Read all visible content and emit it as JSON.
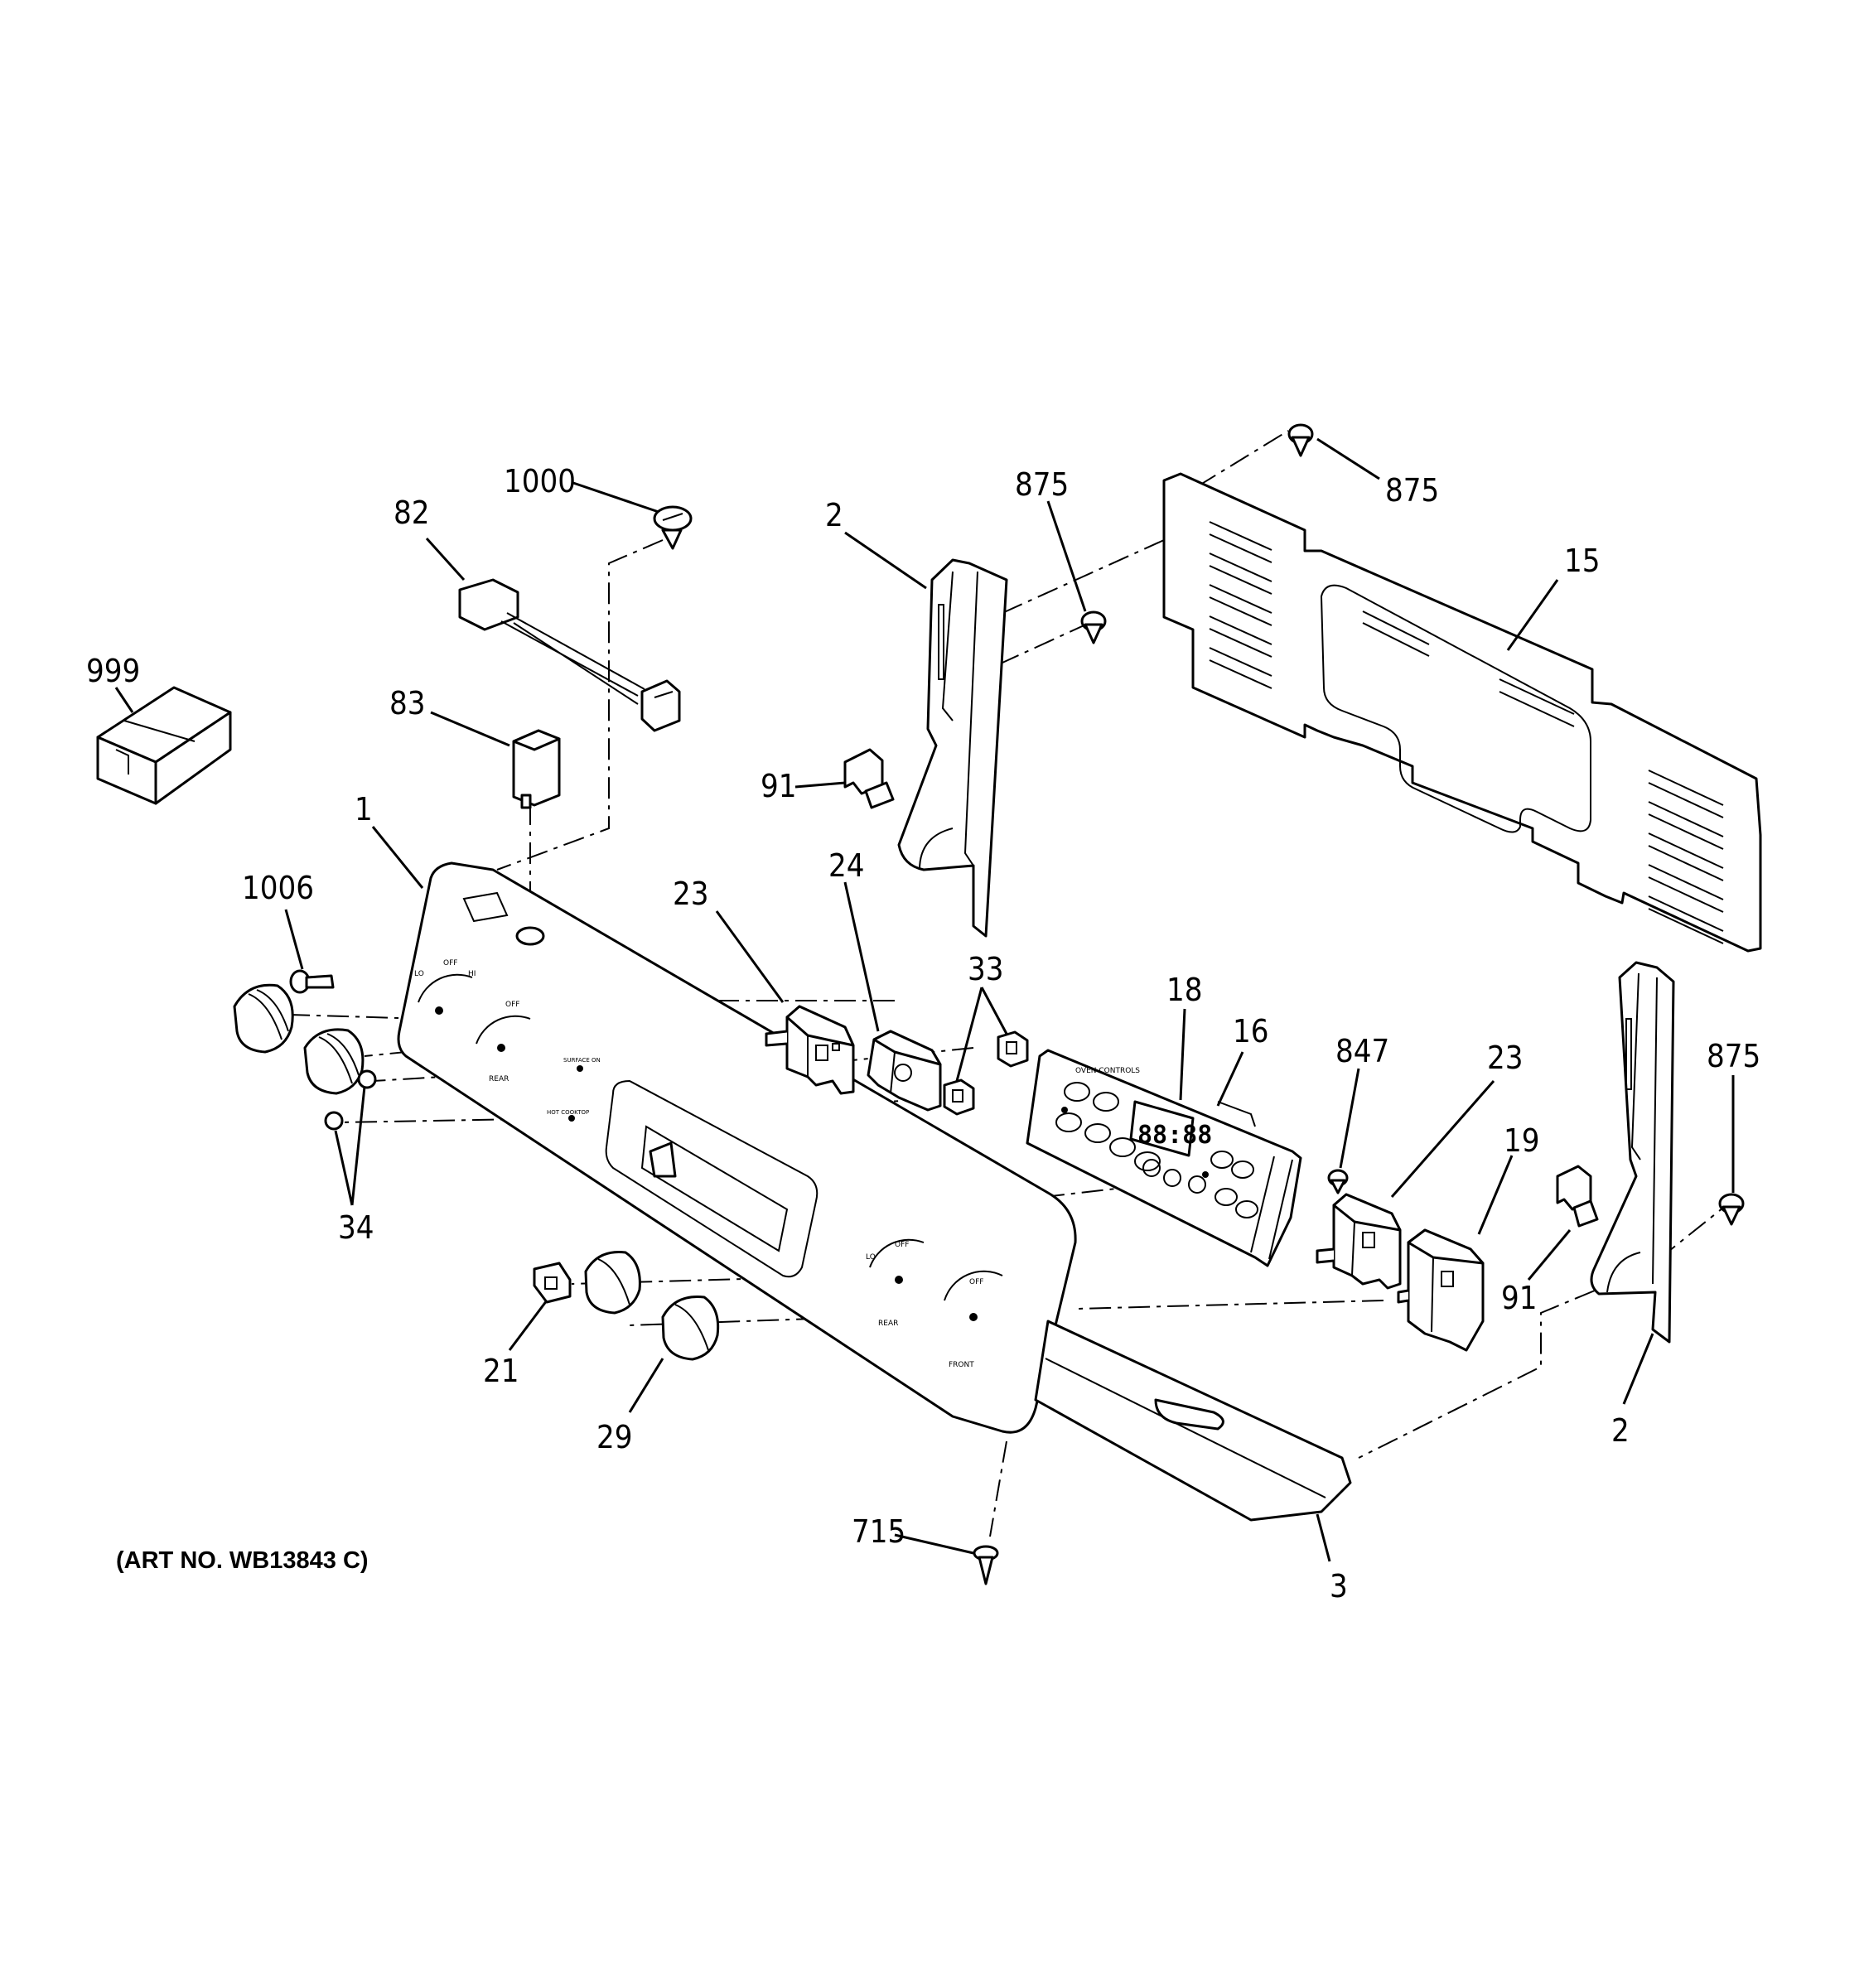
{
  "diagram": {
    "art_number": "(ART NO. WB13843 C)",
    "callouts": {
      "c999": "999",
      "c82": "82",
      "c1000": "1000",
      "c83": "83",
      "c1": "1",
      "c1006": "1006",
      "c34": "34",
      "c21": "21",
      "c29": "29",
      "c715": "715",
      "c3": "3",
      "c2a": "2",
      "c91a": "91",
      "c875a": "875",
      "c875b": "875",
      "c15": "15",
      "c23a": "23",
      "c24": "24",
      "c33": "33",
      "c18": "18",
      "c16": "16",
      "c847": "847",
      "c23b": "23",
      "c19": "19",
      "c875c": "875",
      "c91b": "91",
      "c2b": "2"
    },
    "panel_marks": {
      "off": "OFF",
      "lo": "LO",
      "hi": "HI",
      "rear": "REAR",
      "front": "FRONT",
      "hot_surface": "SURFACE ON",
      "hot_cooktop": "HOT COOKTOP",
      "oven_controls": "OVEN CONTROLS",
      "display_digits": "88:88"
    }
  }
}
